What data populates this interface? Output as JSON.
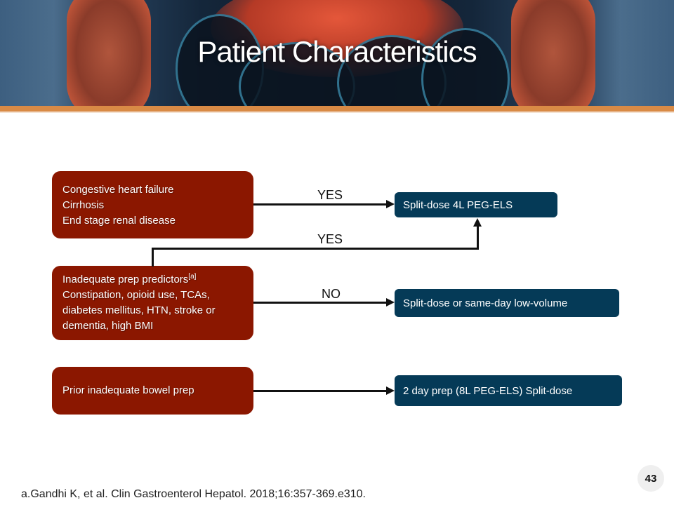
{
  "slide": {
    "title": "Patient Characteristics",
    "page_number": "43",
    "footnote": "a.Gandhi K, et al. Clin Gastroenterol Hepatol. 2018;16:357-369.e310."
  },
  "colors": {
    "condition_box": "#8b1700",
    "outcome_box": "#053a57",
    "accent_bar": "#d98a45",
    "arrow": "#111111"
  },
  "conditions": [
    {
      "lines": [
        "Congestive  heart failure",
        "Cirrhosis",
        "End stage renal disease"
      ]
    },
    {
      "heading": "Inadequate prep predictors",
      "superscript": "[a]",
      "lines": [
        "Constipation, opioid use, TCAs,",
        "diabetes mellitus, HTN, stroke or",
        "dementia, high BMI"
      ]
    },
    {
      "lines": [
        "Prior inadequate bowel prep"
      ]
    }
  ],
  "outcomes": [
    {
      "label": "Split-dose 4L PEG-ELS"
    },
    {
      "label": "Split-dose or same-day low-volume"
    },
    {
      "label": "2 day prep (8L PEG-ELS) Split-dose"
    }
  ],
  "edges": [
    {
      "from": 0,
      "to": 0,
      "label": "YES"
    },
    {
      "from": 1,
      "to": 0,
      "label": "YES"
    },
    {
      "from": 1,
      "to": 1,
      "label": "NO"
    },
    {
      "from": 2,
      "to": 2,
      "label": ""
    }
  ]
}
